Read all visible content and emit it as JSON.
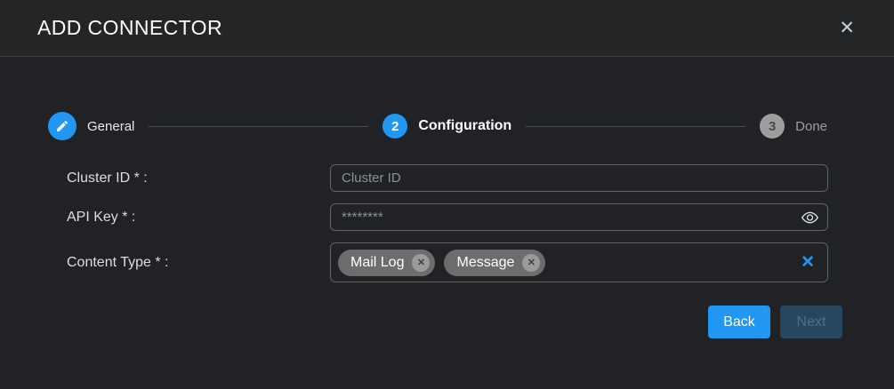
{
  "modal": {
    "title": "ADD CONNECTOR",
    "close_glyph": "✕"
  },
  "stepper": {
    "steps": [
      {
        "label": "General",
        "state": "completed",
        "icon": "pencil-icon"
      },
      {
        "label": "Configuration",
        "number": "2",
        "state": "active"
      },
      {
        "label": "Done",
        "number": "3",
        "state": "upcoming"
      }
    ]
  },
  "form": {
    "fields": [
      {
        "label": "Cluster ID * :",
        "type": "text",
        "value": "",
        "placeholder": "Cluster ID"
      },
      {
        "label": "API Key * :",
        "type": "password",
        "value": "",
        "placeholder": "********",
        "icon": "eye-icon"
      },
      {
        "label": "Content Type * :",
        "type": "multiselect",
        "tags": [
          "Mail Log",
          "Message"
        ],
        "tag_remove_glyph": "✕",
        "clear_glyph": "✕"
      }
    ]
  },
  "actions": {
    "back_label": "Back",
    "next_label": "Next",
    "next_disabled": true
  },
  "colors": {
    "accent": "#2196f3",
    "header_bg": "#232527",
    "body_bg": "#202225",
    "inactive_step": "#9e9e9e",
    "tag_bg": "#6d6d6d",
    "next_disabled_bg": "#26475f",
    "next_disabled_text": "#4f7089"
  }
}
